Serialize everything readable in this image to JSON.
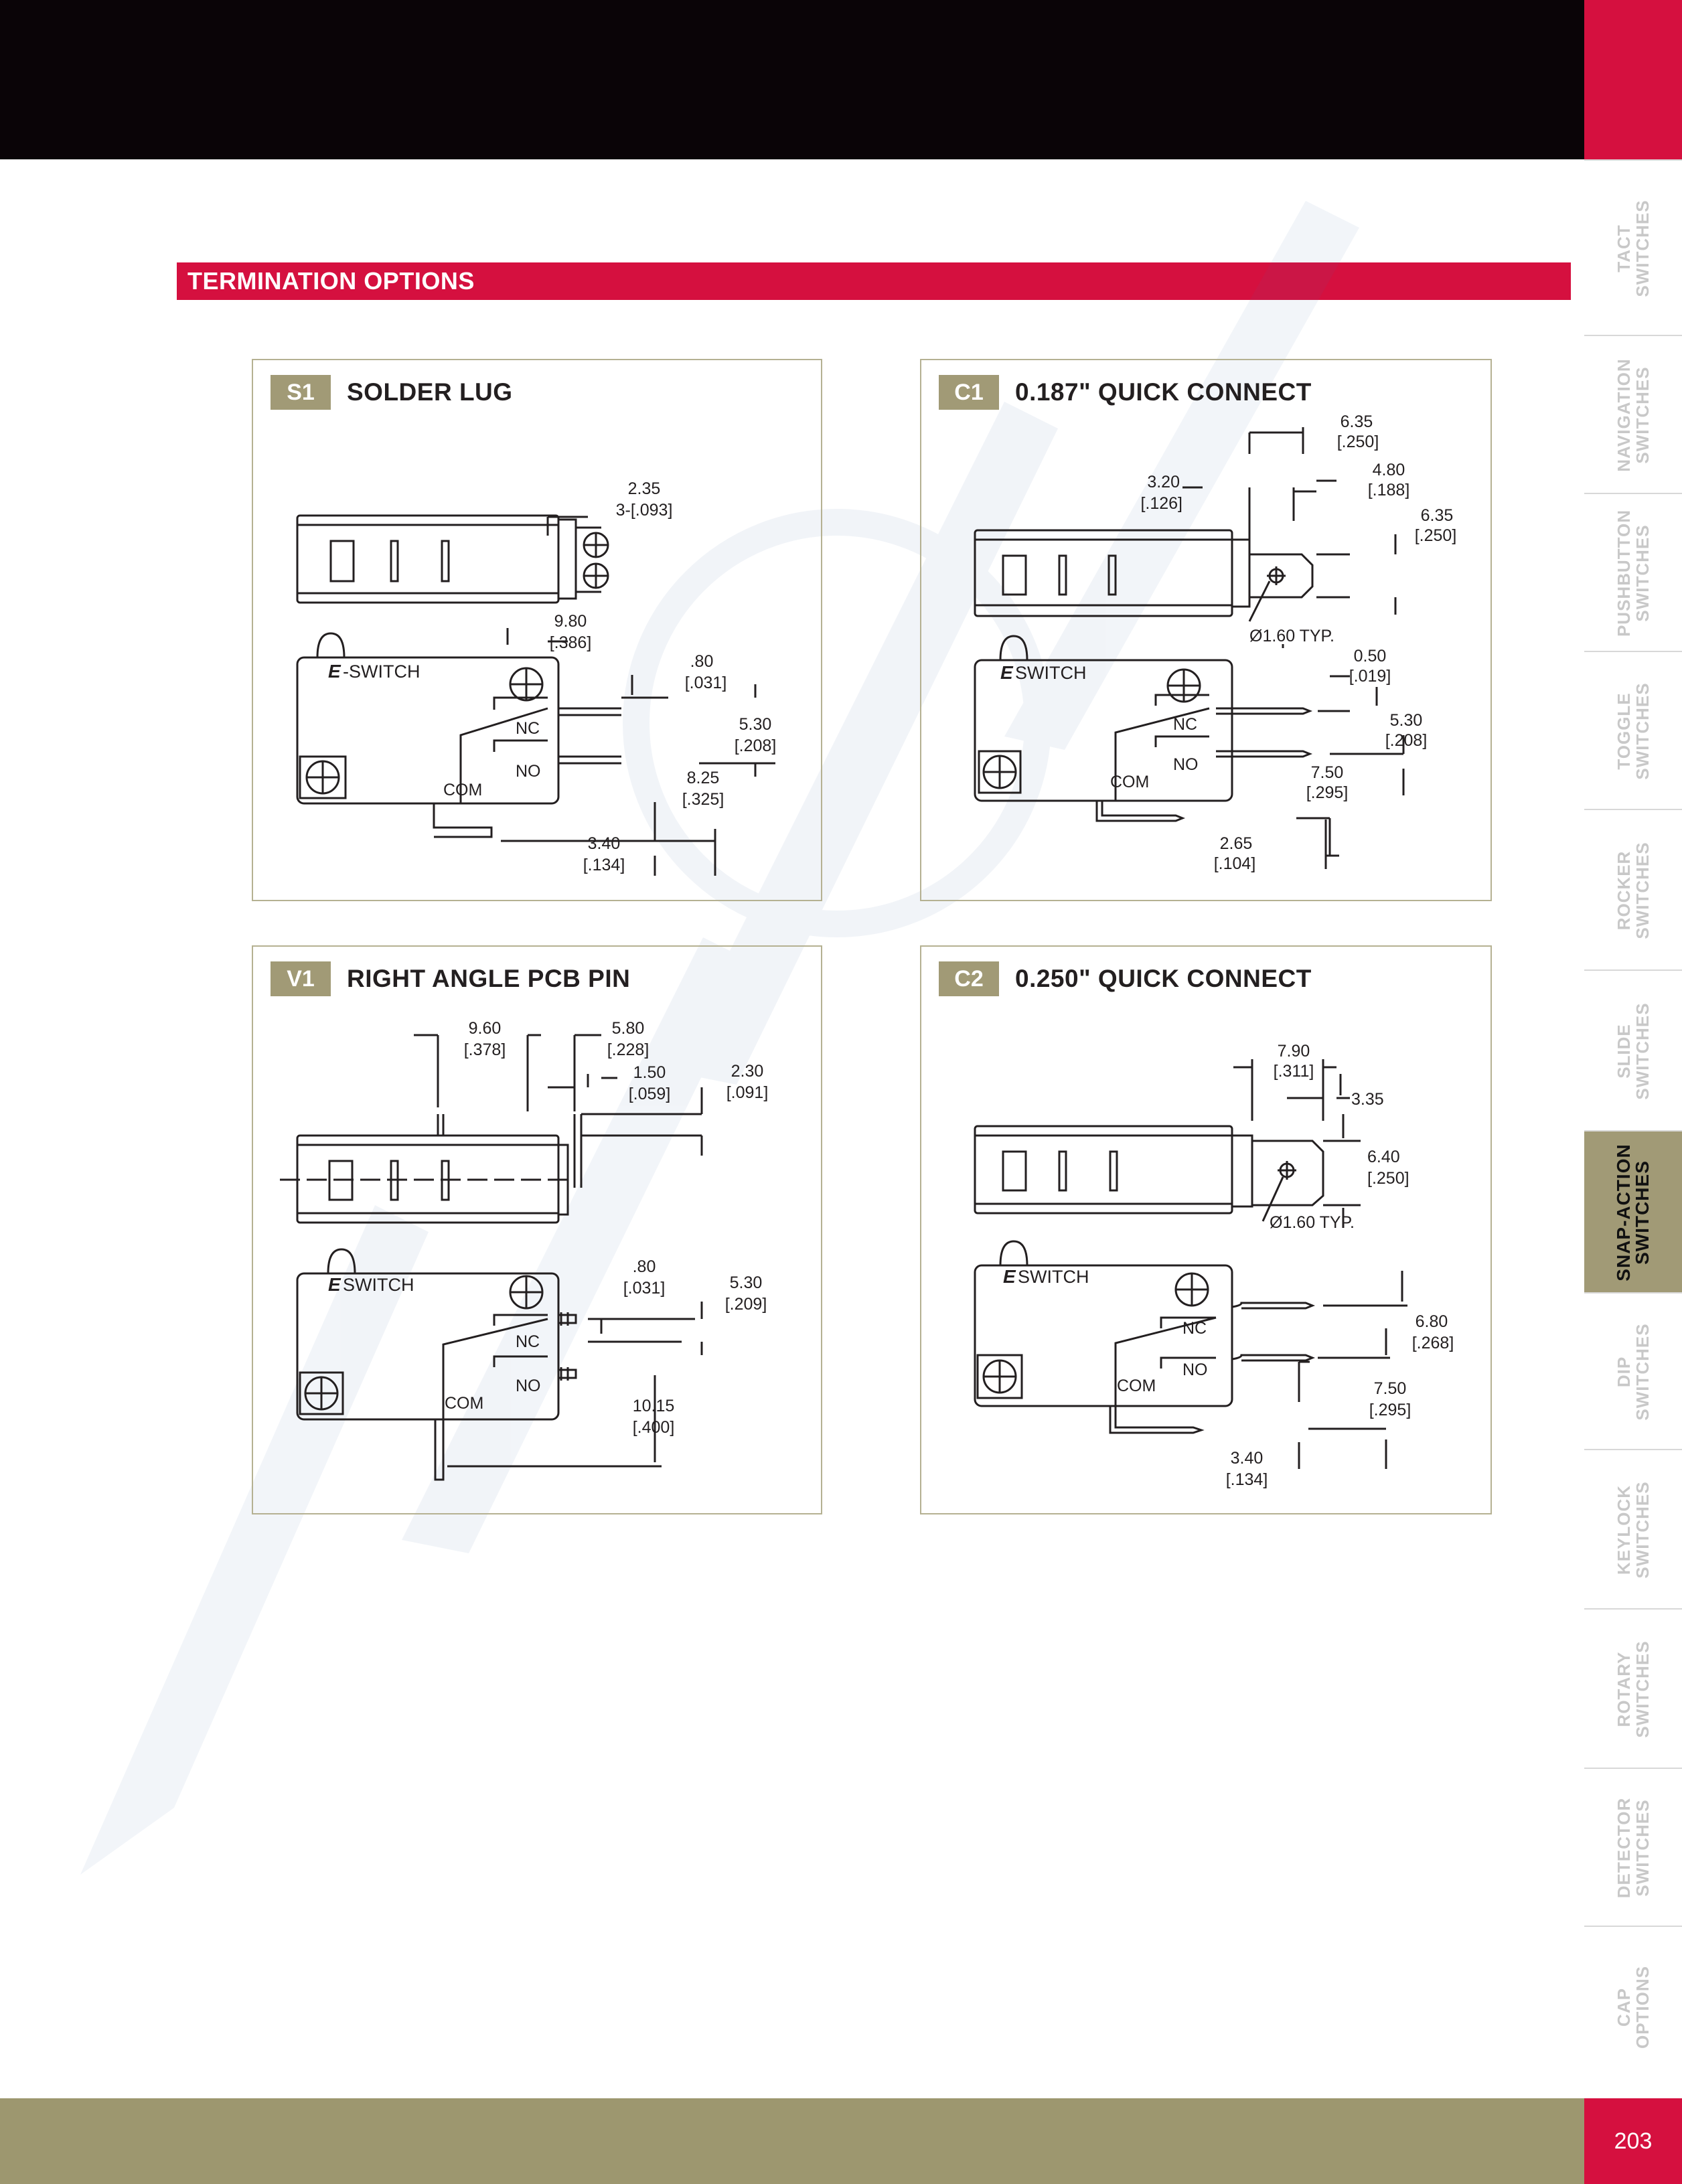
{
  "header": {
    "section_title": "TERMINATION OPTIONS"
  },
  "colors": {
    "brand_red": "#d5103f",
    "olive": "#a19a76",
    "panel_border": "#b5b192",
    "top_bar": "#0a0407"
  },
  "side_tabs": [
    {
      "label": "TACT\nSWITCHES",
      "active": false
    },
    {
      "label": "NAVIGATION\nSWITCHES",
      "active": false
    },
    {
      "label": "PUSHBUTTON\nSWITCHES",
      "active": false
    },
    {
      "label": "TOGGLE\nSWITCHES",
      "active": false
    },
    {
      "label": "ROCKER\nSWITCHES",
      "active": false
    },
    {
      "label": "SLIDE\nSWITCHES",
      "active": false
    },
    {
      "label": "SNAP-ACTION\nSWITCHES",
      "active": true
    },
    {
      "label": "DIP\nSWITCHES",
      "active": false
    },
    {
      "label": "KEYLOCK\nSWITCHES",
      "active": false
    },
    {
      "label": "ROTARY\nSWITCHES",
      "active": false
    },
    {
      "label": "DETECTOR\nSWITCHES",
      "active": false
    },
    {
      "label": "CAP\nOPTIONS",
      "active": false
    }
  ],
  "panels": {
    "s1": {
      "code": "S1",
      "title": "SOLDER LUG",
      "dims": {
        "d1a": "2.35",
        "d1b": "3-[.093]",
        "d2a": "9.80",
        "d2b": "[.386]",
        "d3a": ".80",
        "d3b": "[.031]",
        "d4a": "5.30",
        "d4b": "[.208]",
        "d5a": "8.25",
        "d5b": "[.325]",
        "d6a": "3.40",
        "d6b": "[.134]"
      },
      "brand": "-SWITCH",
      "nc": "NC",
      "no": "NO",
      "com": "COM"
    },
    "c1": {
      "code": "C1",
      "title": "0.187\" QUICK CONNECT",
      "dims": {
        "d1a": "6.35",
        "d1b": "[.250]",
        "d2a": "3.20",
        "d2b": "[.126]",
        "d3a": "4.80",
        "d3b": "[.188]",
        "d4a": "6.35",
        "d4b": "[.250]",
        "d5": "Ø1.60 TYP.",
        "d6a": "0.50",
        "d6b": "[.019]",
        "d7a": "5.30",
        "d7b": "[.208]",
        "d8a": "7.50",
        "d8b": "[.295]",
        "d9a": "2.65",
        "d9b": "[.104]"
      },
      "brand": "SWITCH",
      "nc": "NC",
      "no": "NO",
      "com": "COM"
    },
    "v1": {
      "code": "V1",
      "title": "RIGHT ANGLE PCB PIN",
      "dims": {
        "d1a": "9.60",
        "d1b": "[.378]",
        "d2a": "5.80",
        "d2b": "[.228]",
        "d3a": "1.50",
        "d3b": "[.059]",
        "d4a": "2.30",
        "d4b": "[.091]",
        "d5a": ".80",
        "d5b": "[.031]",
        "d6a": "5.30",
        "d6b": "[.209]",
        "d7a": "10.15",
        "d7b": "[.400]"
      },
      "brand": "SWITCH",
      "nc": "NC",
      "no": "NO",
      "com": "COM"
    },
    "c2": {
      "code": "C2",
      "title": "0.250\" QUICK CONNECT",
      "dims": {
        "d1a": "7.90",
        "d1b": "[.311]",
        "d2": "3.35",
        "d3a": "6.40",
        "d3b": "[.250]",
        "d4": "Ø1.60 TYP.",
        "d5a": "6.80",
        "d5b": "[.268]",
        "d6a": "7.50",
        "d6b": "[.295]",
        "d7a": "3.40",
        "d7b": "[.134]"
      },
      "brand": "SWITCH",
      "nc": "NC",
      "no": "NO",
      "com": "COM"
    }
  },
  "footer": {
    "page_number": "203"
  }
}
